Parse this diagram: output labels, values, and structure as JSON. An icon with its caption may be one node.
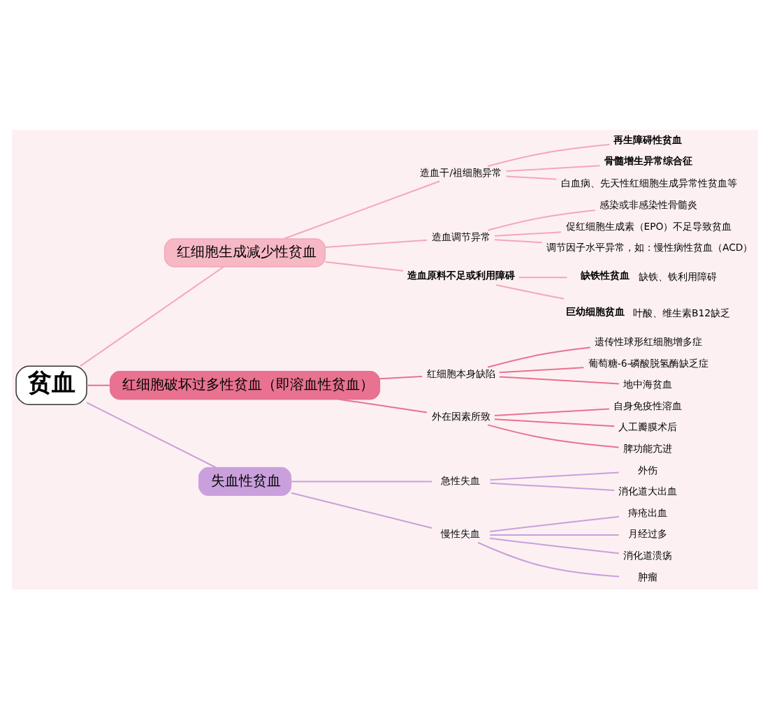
{
  "diagram": {
    "nodes": [
      {
        "text": [
          "贫血"
        ]
      },
      {
        "text": [
          "红细胞生成减少性贫血"
        ]
      },
      {
        "text": [
          "造血干/祖细胞异常"
        ]
      },
      {
        "text": [
          "再生障碍性贫血"
        ]
      },
      {
        "text": [
          "骨髓增生异常综合征"
        ]
      },
      {
        "text": [
          "白血病、先天性红细胞生成异常性贫血等"
        ]
      },
      {
        "text": [
          "造血调节异常"
        ]
      },
      {
        "text": [
          "感染或非感染性骨髓炎"
        ]
      },
      {
        "text": [
          "促红细胞生成素（EPO）不足导致贫血"
        ]
      },
      {
        "text": [
          "调节因子水平异常，如：慢性病性贫血（ACD）"
        ]
      },
      {
        "text": [
          "造血原料不足或利用障碍"
        ]
      },
      {
        "text": [
          "缺铁性贫血"
        ],
        "beside": [
          "缺铁、铁利用障碍"
        ]
      },
      {
        "text": [
          "巨幼细胞贫血"
        ],
        "beside": [
          "叶酸、维生素B12缺乏"
        ]
      },
      {
        "text": [
          "红细胞破坏过多性贫血（即溶血性贫血）"
        ]
      },
      {
        "text": [
          "红细胞本身缺陷"
        ]
      },
      {
        "text": [
          "遗传性球形红细胞增多症"
        ]
      },
      {
        "text": [
          "葡萄糖-6-磷酸脱氢酶缺乏症"
        ]
      },
      {
        "text": [
          "地中海贫血"
        ]
      },
      {
        "text": [
          "外在因素所致"
        ]
      },
      {
        "text": [
          "自身免疫性溶血"
        ]
      },
      {
        "text": [
          "人工瓣膜术后"
        ]
      },
      {
        "text": [
          "脾功能亢进"
        ]
      },
      {
        "text": [
          "失血性贫血"
        ]
      },
      {
        "text": [
          "急性失血"
        ]
      },
      {
        "text": [
          "外伤"
        ]
      },
      {
        "text": [
          "消化道大出血"
        ]
      },
      {
        "text": [
          "慢性失血"
        ]
      },
      {
        "text": [
          "痔疮出血"
        ]
      },
      {
        "text": [
          "月经过多"
        ]
      },
      {
        "text": [
          "消化道溃疡"
        ]
      },
      {
        "text": [
          "肿瘤"
        ]
      }
    ],
    "edges": [
      {
        "from": 0,
        "to": 1,
        "arrow": "none",
        "color": "#f4a7b9"
      },
      {
        "from": 1,
        "to": 2,
        "arrow": "none",
        "color": "#f4a7b9"
      },
      {
        "from": 2,
        "to": 3,
        "arrow": "none",
        "color": "#f4a7b9"
      },
      {
        "from": 2,
        "to": 4,
        "arrow": "none",
        "color": "#f4a7b9"
      },
      {
        "from": 2,
        "to": 5,
        "arrow": "none",
        "color": "#f4a7b9"
      },
      {
        "from": 1,
        "to": 6,
        "arrow": "none",
        "color": "#f4a7b9"
      },
      {
        "from": 6,
        "to": 7,
        "arrow": "none",
        "color": "#f4a7b9"
      },
      {
        "from": 6,
        "to": 8,
        "arrow": "none",
        "color": "#f4a7b9"
      },
      {
        "from": 6,
        "to": 9,
        "arrow": "none",
        "color": "#f4a7b9"
      },
      {
        "from": 1,
        "to": 10,
        "arrow": "none",
        "color": "#f4a7b9"
      },
      {
        "from": 10,
        "to": 11,
        "arrow": "none",
        "color": "#f4a7b9"
      },
      {
        "from": 10,
        "to": 12,
        "arrow": "none",
        "color": "#f4a7b9"
      },
      {
        "from": 0,
        "to": 13,
        "arrow": "none",
        "color": "#e8728f"
      },
      {
        "from": 13,
        "to": 14,
        "arrow": "none",
        "color": "#e8728f"
      },
      {
        "from": 14,
        "to": 15,
        "arrow": "none",
        "color": "#e8728f"
      },
      {
        "from": 14,
        "to": 16,
        "arrow": "none",
        "color": "#e8728f"
      },
      {
        "from": 14,
        "to": 17,
        "arrow": "none",
        "color": "#e8728f"
      },
      {
        "from": 13,
        "to": 18,
        "arrow": "none",
        "color": "#e8728f"
      },
      {
        "from": 18,
        "to": 19,
        "arrow": "none",
        "color": "#e8728f"
      },
      {
        "from": 18,
        "to": 20,
        "arrow": "none",
        "color": "#e8728f"
      },
      {
        "from": 18,
        "to": 21,
        "arrow": "none",
        "color": "#e8728f"
      },
      {
        "from": 0,
        "to": 22,
        "arrow": "none",
        "color": "#c9a0dc"
      },
      {
        "from": 22,
        "to": 23,
        "arrow": "none",
        "color": "#c9a0dc"
      },
      {
        "from": 23,
        "to": 24,
        "arrow": "none",
        "color": "#c9a0dc"
      },
      {
        "from": 23,
        "to": 25,
        "arrow": "none",
        "color": "#c9a0dc"
      },
      {
        "from": 22,
        "to": 26,
        "arrow": "none",
        "color": "#c9a0dc"
      },
      {
        "from": 26,
        "to": 27,
        "arrow": "none",
        "color": "#c9a0dc"
      },
      {
        "from": 26,
        "to": 28,
        "arrow": "none",
        "color": "#c9a0dc"
      },
      {
        "from": 26,
        "to": 29,
        "arrow": "none",
        "color": "#c9a0dc"
      },
      {
        "from": 26,
        "to": 30,
        "arrow": "none",
        "color": "#c9a0dc"
      }
    ]
  }
}
